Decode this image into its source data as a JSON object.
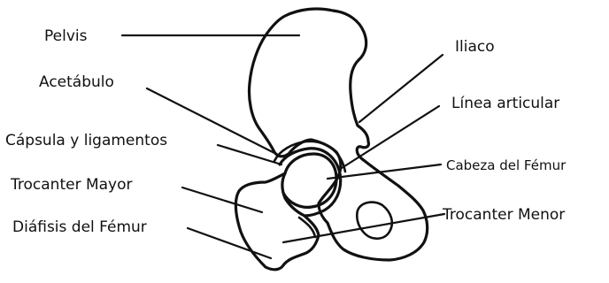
{
  "labels": {
    "pelvis": "Pelvis",
    "iliaco": "Iliaco",
    "acetabulo": "Acetábulo",
    "linea_articular": "Línea articular",
    "capsula": "Cápsula y ligamentos",
    "cabeza_femur": "Cabeza del Fémur",
    "trocanter_mayor": "Trocanter Mayor",
    "diafisis": "Diáfisis del Fémur",
    "trocanter_menor": "Trocanter Menor"
  },
  "colors": {
    "ink": "#111111",
    "background": "#ffffff"
  }
}
